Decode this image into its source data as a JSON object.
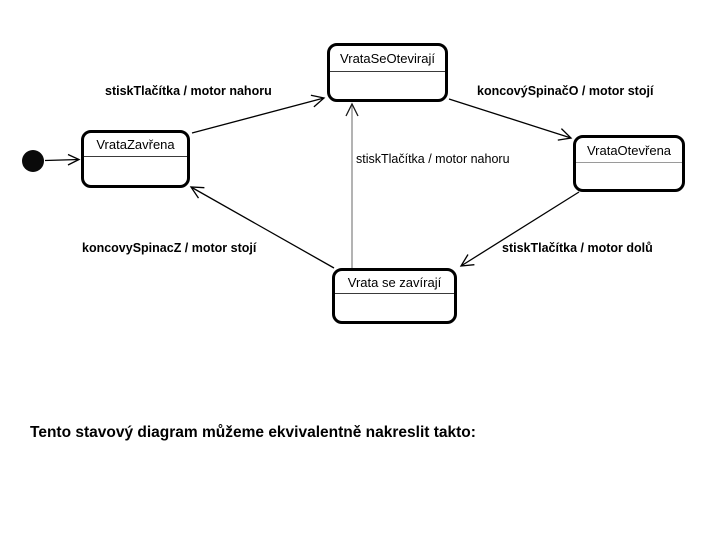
{
  "diagram": {
    "type": "uml-state-machine",
    "states": [
      {
        "id": "opening",
        "label": "VrataSeOtevirají"
      },
      {
        "id": "closed",
        "label": "VrataZavřena"
      },
      {
        "id": "open",
        "label": "VrataOtevřena"
      },
      {
        "id": "closing",
        "label": "Vrata se zavírají"
      }
    ],
    "initial_transition": {
      "to": "VrataZavřena"
    },
    "transitions": [
      {
        "from": "VrataZavřena",
        "to": "VrataSeOtevirají",
        "label": "stiskTlačítka / motor nahoru"
      },
      {
        "from": "VrataSeOtevirají",
        "to": "VrataOtevřena",
        "label": "koncovýSpinačO / motor stojí"
      },
      {
        "from": "VrataOtevřena",
        "to": "Vrata se zavírají",
        "label": "stiskTlačítka / motor dolů"
      },
      {
        "from": "Vrata se zavírají",
        "to": "VrataZavřena",
        "label": "koncovySpinacZ / motor stojí"
      },
      {
        "from": "Vrata se zavírají",
        "to": "VrataSeOtevirají",
        "label": "stiskTlačítka / motor nahoru"
      }
    ]
  },
  "caption": "Tento stavový diagram můžeme ekvivalentně nakreslit takto:",
  "colors": {
    "background": "#ffffff",
    "line": "#000000",
    "secondary_line": "#9a9a9a",
    "state_fill": "#ffffff",
    "state_border": "#000000"
  }
}
